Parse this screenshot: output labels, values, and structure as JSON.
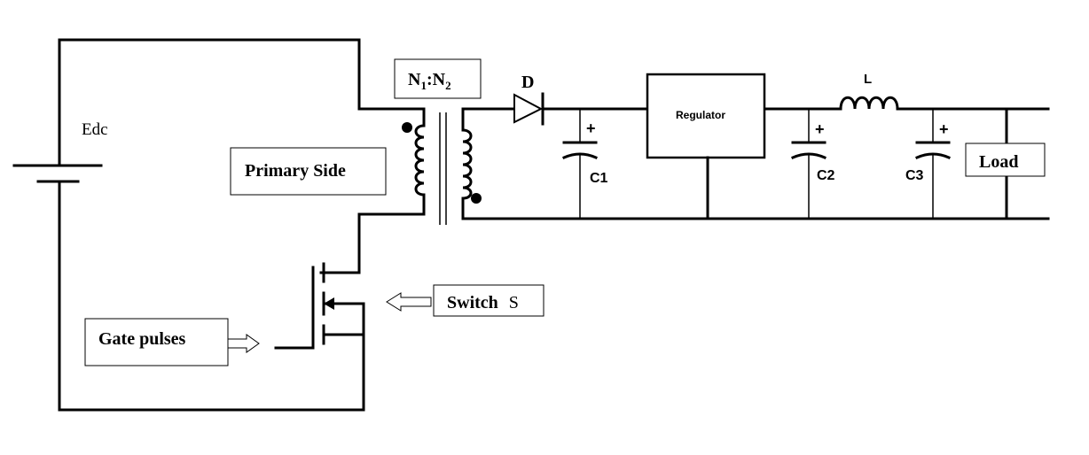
{
  "labels": {
    "edc": "Edc",
    "primary_side": "Primary Side",
    "turns_ratio": {
      "n1": "N",
      "n1_sub": "1",
      "sep": ":",
      "n2": "N",
      "n2_sub": "2"
    },
    "diode": "D",
    "c1": "C1",
    "regulator": "Regulator",
    "inductor": "L",
    "c2": "C2",
    "c3": "C3",
    "load": "Load",
    "switch_bold": "Switch",
    "switch_name": "S",
    "gate_pulses": "Gate pulses",
    "plus": "+"
  }
}
